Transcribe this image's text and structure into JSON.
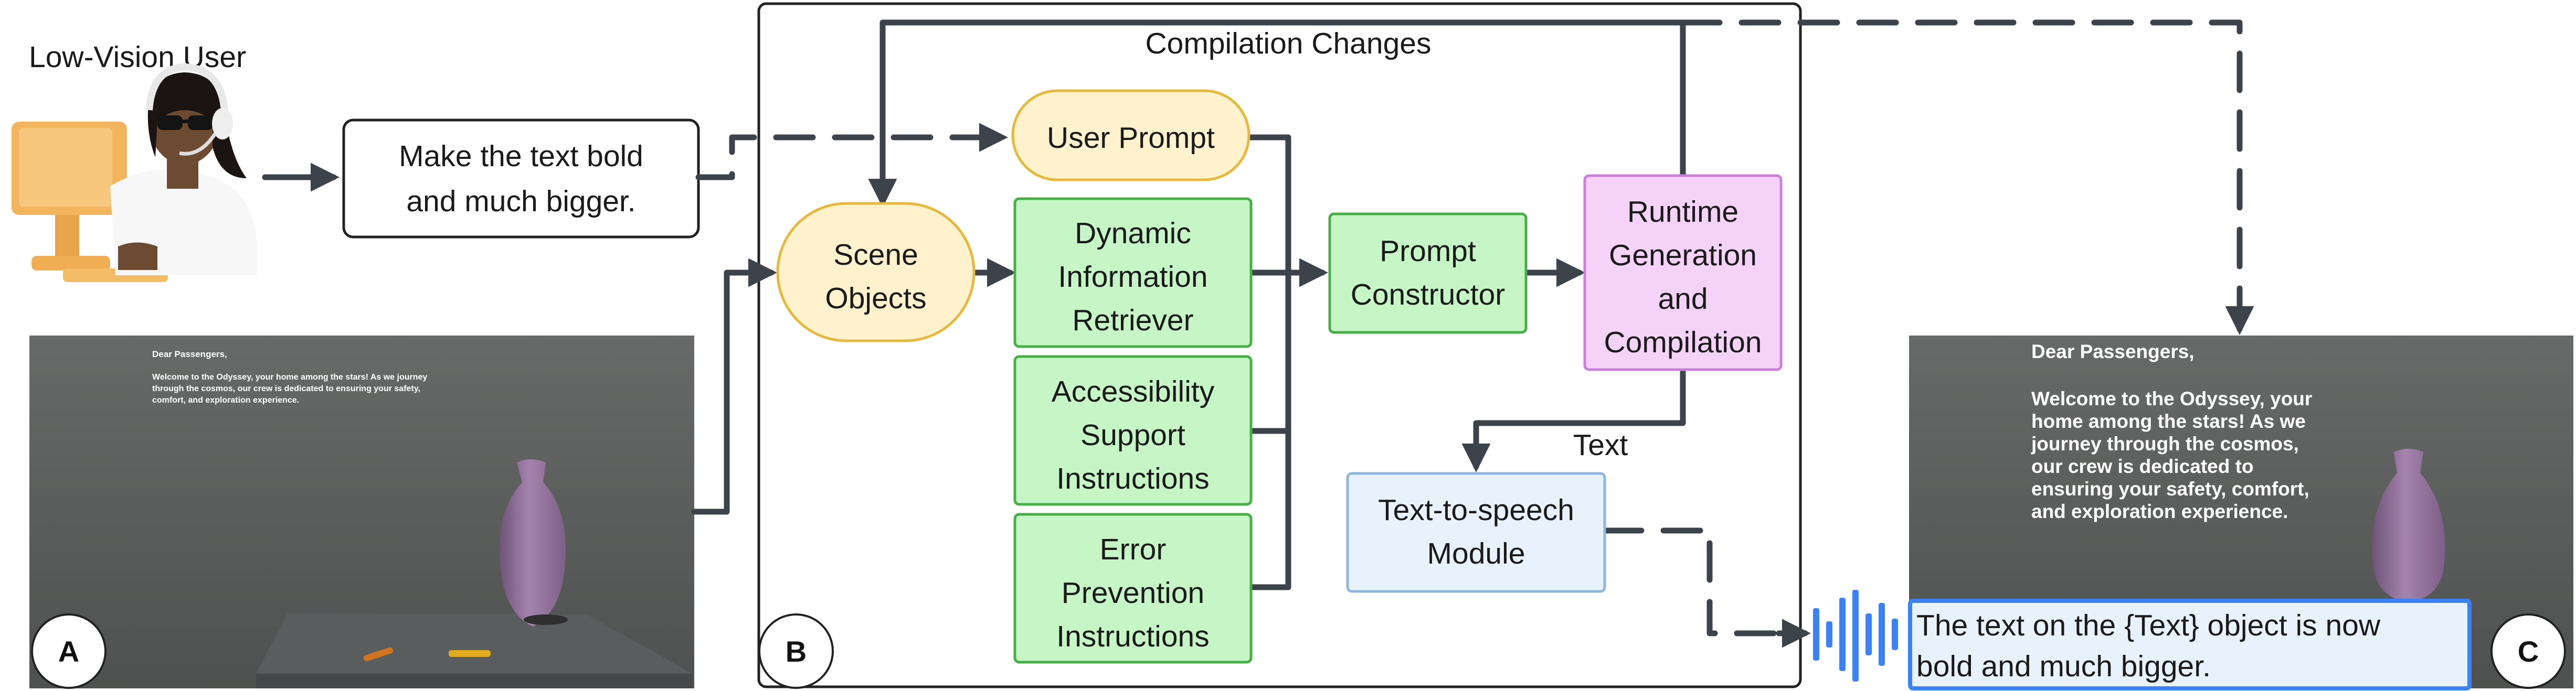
{
  "user": {
    "title": "Low-Vision User"
  },
  "request": {
    "line1": "Make the text bold",
    "line2": "and much bigger."
  },
  "pipeline": {
    "title": "Compilation Changes",
    "user_prompt": "User Prompt",
    "scene_objects": [
      "Scene",
      "Objects"
    ],
    "dynamic_info": [
      "Dynamic",
      "Information",
      "Retriever"
    ],
    "accessibility": [
      "Accessibility",
      "Support",
      "Instructions"
    ],
    "error_prevention": [
      "Error",
      "Prevention",
      "Instructions"
    ],
    "prompt_constructor": [
      "Prompt",
      "Constructor"
    ],
    "runtime": [
      "Runtime",
      "Generation",
      "and",
      "Compilation"
    ],
    "tts": [
      "Text-to-speech",
      "Module"
    ],
    "text_edge_label": "Text"
  },
  "scene_a": {
    "text": [
      "Dear Passengers,",
      "Welcome to the Odyssey, your home among the stars! As we journey",
      "through the cosmos, our crew is dedicated to ensuring your safety,",
      "comfort, and exploration experience."
    ]
  },
  "scene_c": {
    "text": [
      "Dear Passengers,",
      "Welcome to the Odyssey, your",
      "home among the stars! As we",
      "journey through the cosmos,",
      "our crew is dedicated to",
      "ensuring your safety, comfort,",
      "and exploration experience."
    ]
  },
  "response": {
    "line1": "The text on the {Text} object is now",
    "line2": "bold and much bigger."
  },
  "panel_labels": {
    "a": "A",
    "b": "B",
    "c": "C"
  },
  "colors": {
    "yellow_fill": "#fff2cc",
    "yellow_stroke": "#e6b93c",
    "green_fill": "#c6f5c6",
    "green_stroke": "#46b046",
    "pink_fill": "#f5d3f9",
    "pink_stroke": "#cc80dd",
    "blue_fill": "#e8f2fc",
    "blue_stroke": "#8fb6e0",
    "wave": "#3b82f6"
  }
}
